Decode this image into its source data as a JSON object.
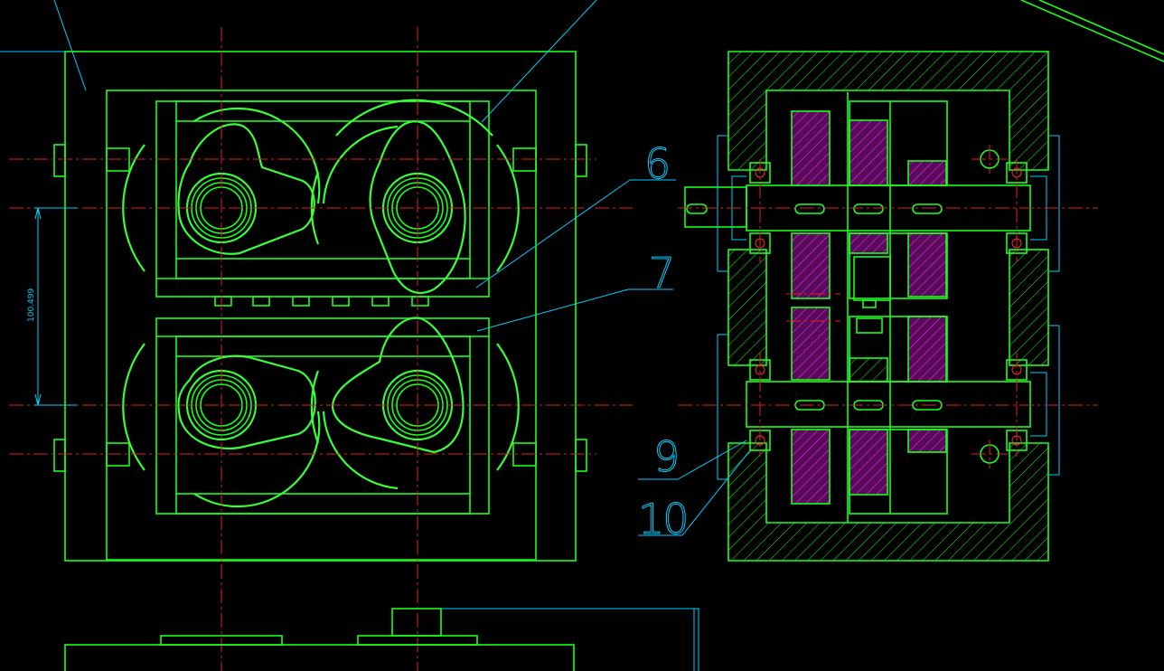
{
  "drawing": {
    "background": "#000000",
    "colors": {
      "geometry": "#1aff1a",
      "centerline": "#e02020",
      "annotation": "#00cfff",
      "section_hatch": "#ff33ff"
    },
    "dimension_value": "100.499",
    "part_labels": [
      {
        "id": "6",
        "text": "6"
      },
      {
        "id": "7",
        "text": "7"
      },
      {
        "id": "9",
        "text": "9"
      },
      {
        "id": "10",
        "text": "10"
      }
    ]
  }
}
